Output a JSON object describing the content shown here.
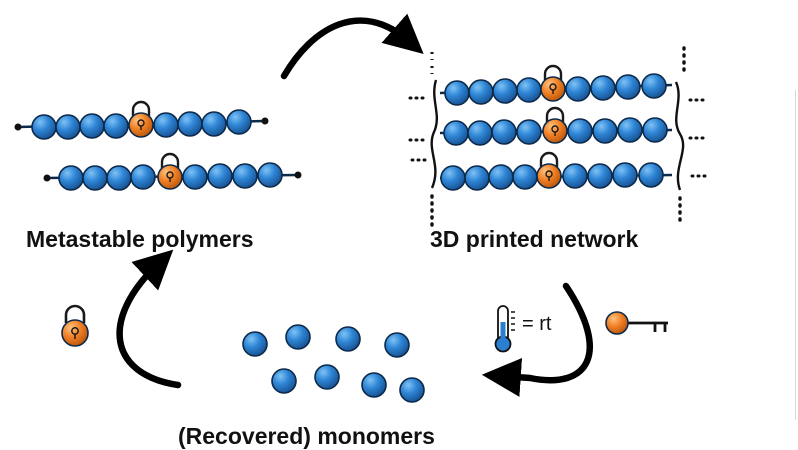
{
  "labels": {
    "metastable_polymers": "Metastable polymers",
    "printed_network": "3D printed network",
    "recovered_monomers": "(Recovered) monomers"
  },
  "condition": {
    "temperature_text": "= rt"
  },
  "icons": {
    "lock": "padlock-icon",
    "key": "key-icon",
    "thermometer": "thermometer-icon"
  },
  "colors": {
    "monomer_blue": "#2a7fd1",
    "monomer_outline": "#0d2a4a",
    "lock_orange": "#f07f24",
    "arrow": "#000000"
  }
}
